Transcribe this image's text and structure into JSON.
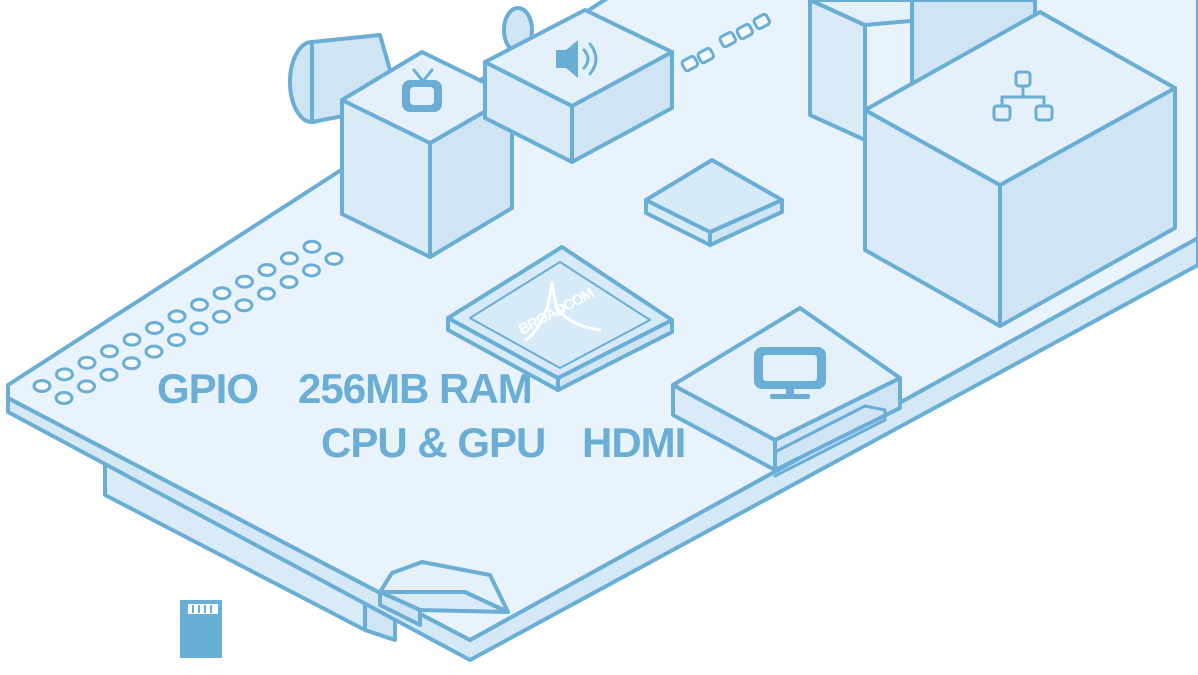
{
  "labels": {
    "gpio": "GPIO",
    "ram": "256MB RAM",
    "cpu_gpu": "CPU & GPU",
    "hdmi": "HDMI",
    "chip_brand": "BROADCOM"
  },
  "colors": {
    "accent": "#6aaed6",
    "board_fill": "#e8f3fb",
    "background": "#ffffff"
  },
  "icons": [
    "tv-icon",
    "speaker-icon",
    "network-icon",
    "monitor-icon",
    "sd-card-icon"
  ]
}
